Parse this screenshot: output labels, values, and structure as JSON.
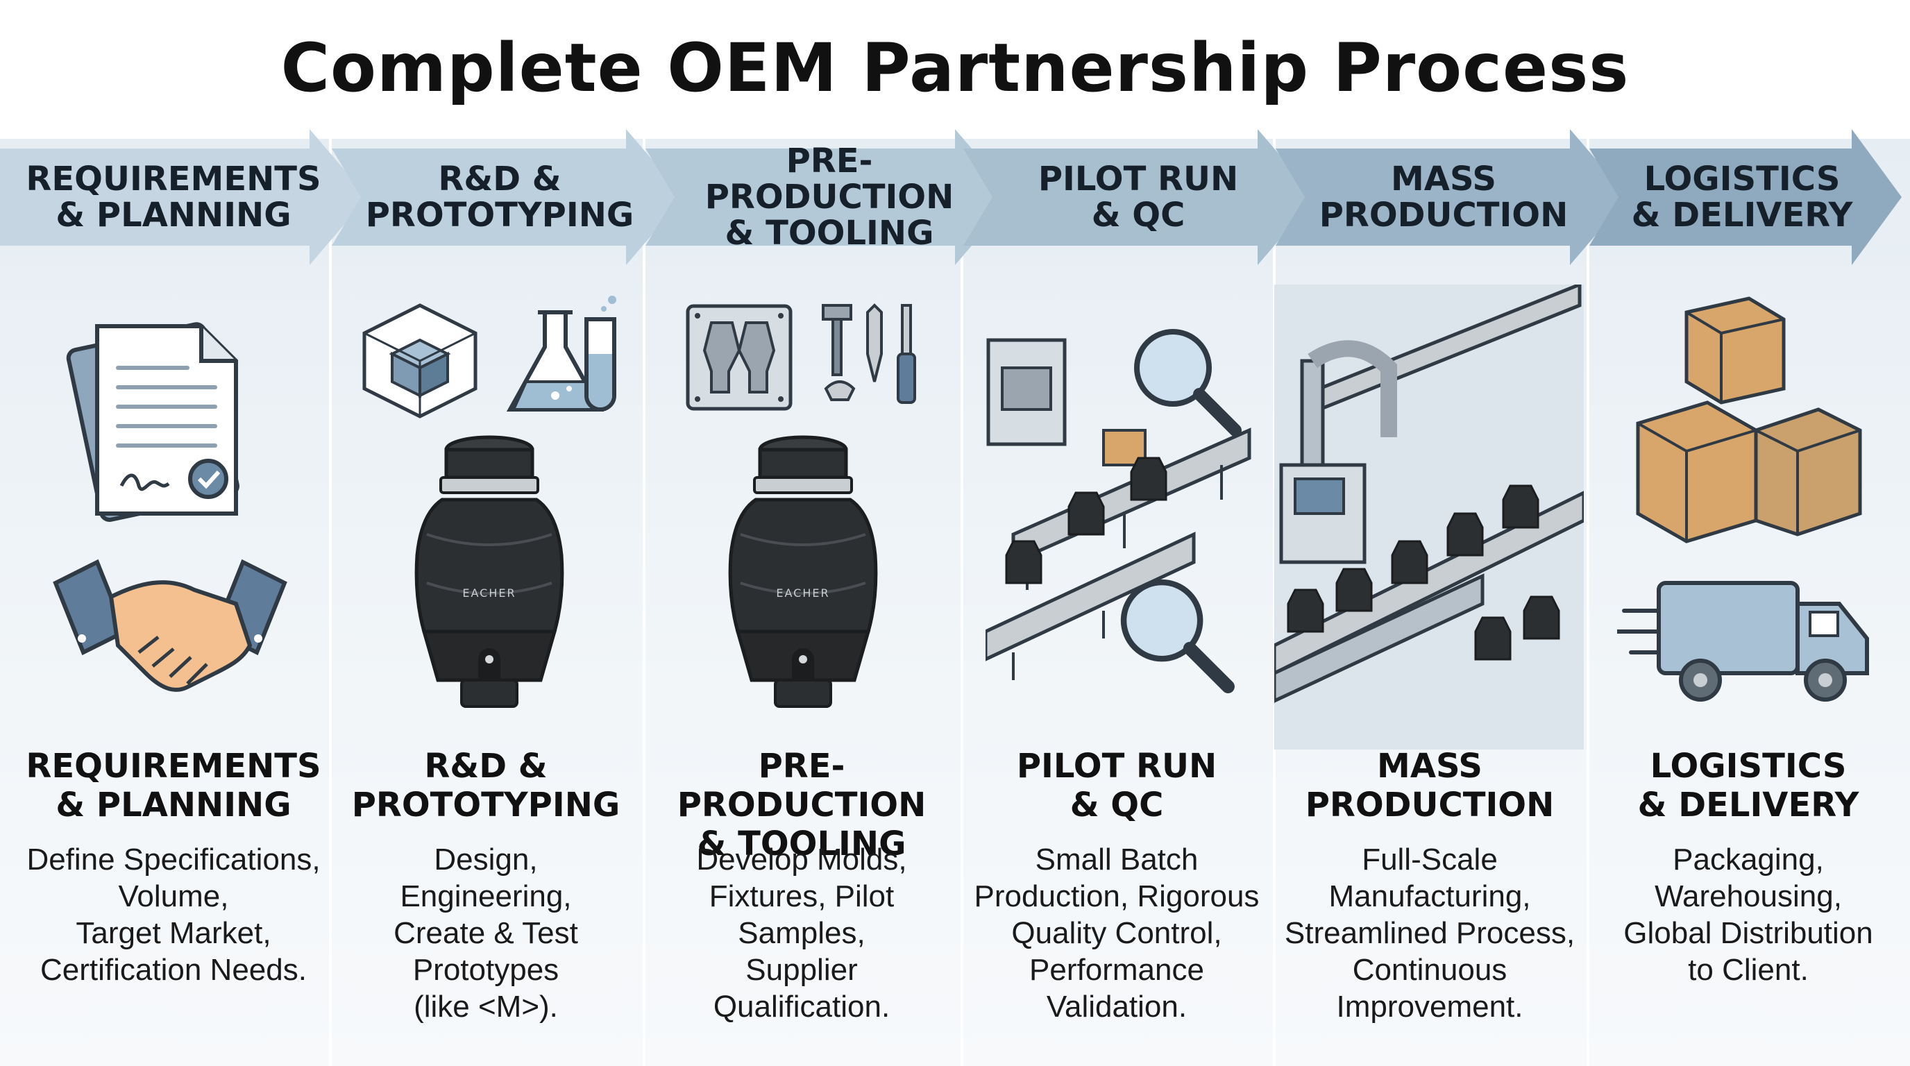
{
  "title": "Complete OEM Partnership Process",
  "colors": {
    "banner_light": "#bccdda",
    "banner_dark": "#8fa7bb",
    "column_bg": "#e9eff4",
    "outline": "#2f3a44",
    "product_black": "#2a2d30",
    "box_tan": "#d8a56b",
    "skin": "#f5c08f",
    "sleeve": "#5f7d9b"
  },
  "stages": [
    {
      "banner": "REQUIREMENTS\n& PLANNING",
      "heading": "REQUIREMENTS\n& PLANNING",
      "description": "Define Specifications,\nVolume,\nTarget Market,\nCertification Needs.",
      "icons": [
        "document-icon",
        "handshake-icon"
      ]
    },
    {
      "banner": "R&D &\nPROTOTYPING",
      "heading": "R&D &\nPROTOTYPING",
      "description": "Design,\nEngineering,\nCreate & Test\nPrototypes\n(like <M>).",
      "icons": [
        "3d-cube-icon",
        "flask-icon",
        "test-tube-icon",
        "disposer-icon"
      ]
    },
    {
      "banner": "PRE-PRODUCTION\n& TOOLING",
      "heading": "PRE-PRODUCTION\n& TOOLING",
      "description": "Develop Molds,\nFixtures, Pilot\nSamples,\nSupplier\nQualification.",
      "icons": [
        "mold-icon",
        "tools-icon",
        "disposer-icon"
      ]
    },
    {
      "banner": "PILOT RUN\n& QC",
      "heading": "PILOT RUN\n& QC",
      "description": "Small Batch\nProduction, Rigorous\nQuality Control,\nPerformance\nValidation.",
      "icons": [
        "conveyor-icon",
        "magnifier-icon"
      ]
    },
    {
      "banner": "MASS\nPRODUCTION",
      "heading": "MASS\nPRODUCTION",
      "description": "Full-Scale\nManufacturing,\nStreamlined Process,\nContinuous\nImprovement.",
      "icons": [
        "robot-arm-icon",
        "conveyor-icon"
      ]
    },
    {
      "banner": "LOGISTICS\n& DELIVERY",
      "heading": "LOGISTICS\n& DELIVERY",
      "description": "Packaging,\nWarehousing,\nGlobal Distribution\nto Client.",
      "icons": [
        "boxes-icon",
        "truck-icon"
      ]
    }
  ],
  "product_label": "EACHER"
}
